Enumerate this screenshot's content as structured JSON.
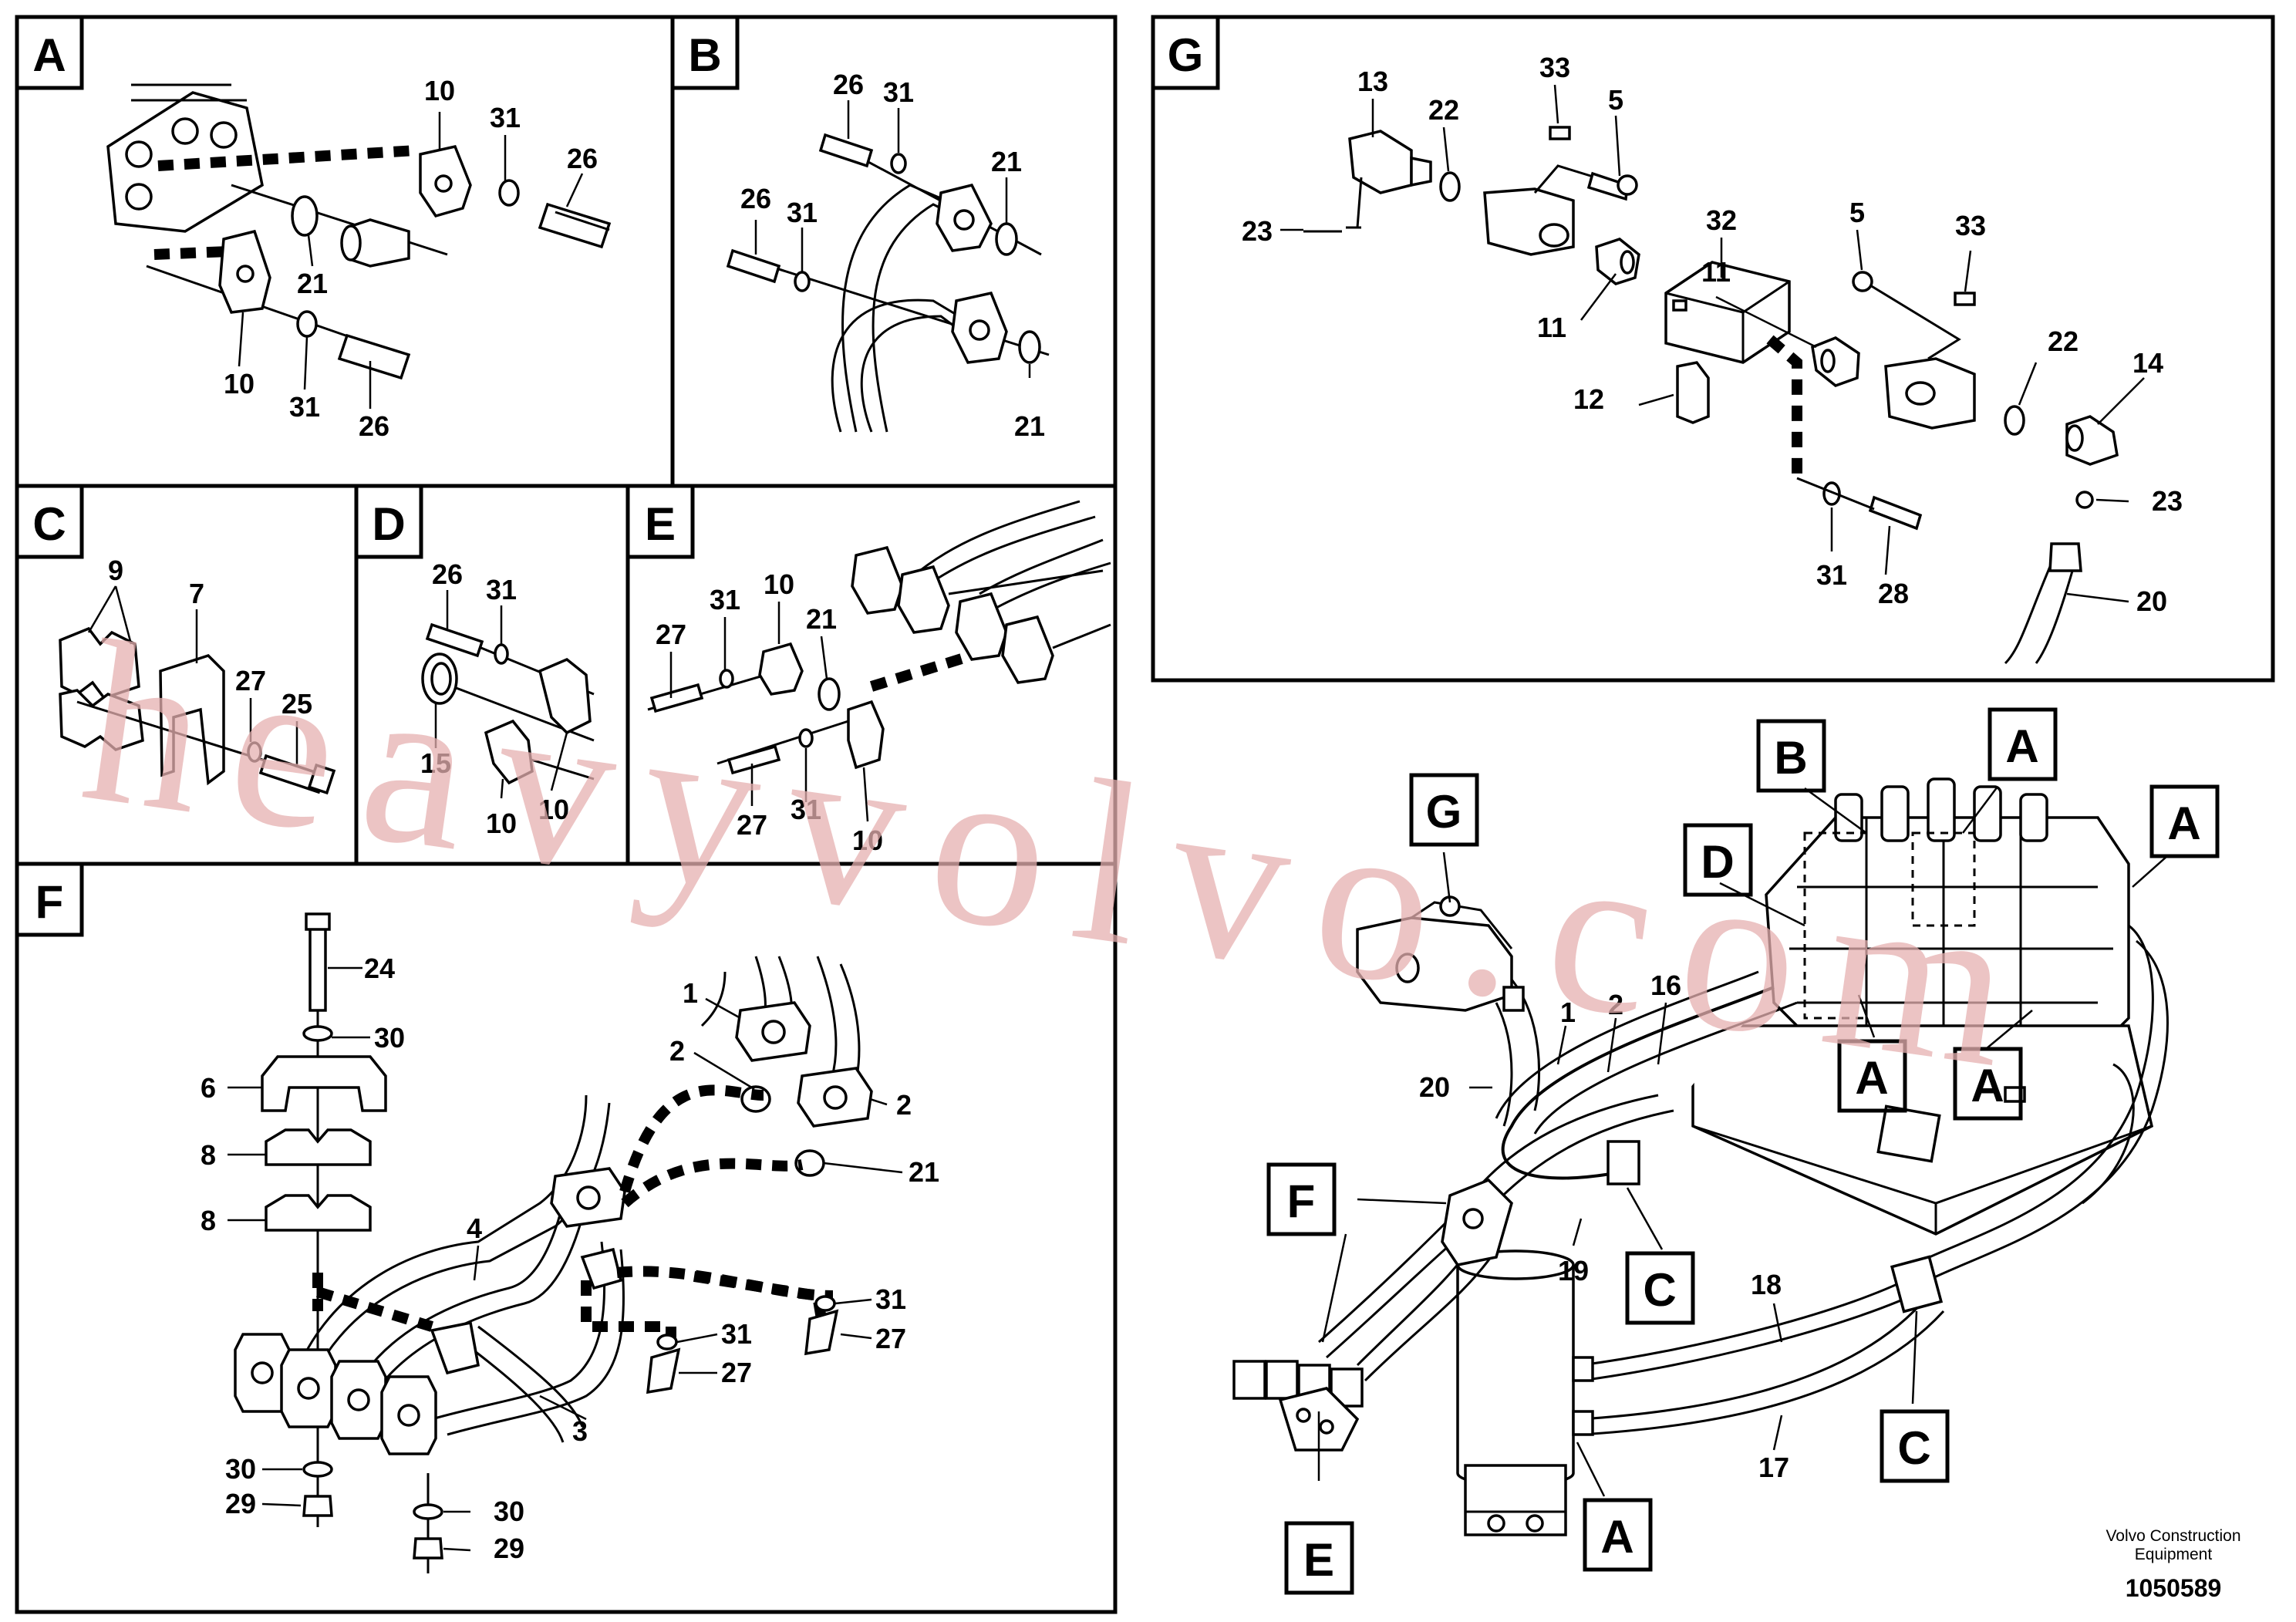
{
  "panels": {
    "A": {
      "label": "A",
      "numbers": [
        "10",
        "31",
        "26",
        "21",
        "10",
        "31",
        "26"
      ]
    },
    "B": {
      "label": "B",
      "numbers": [
        "26",
        "31",
        "21",
        "26",
        "31",
        "21"
      ]
    },
    "C": {
      "label": "C",
      "numbers": [
        "9",
        "7",
        "27",
        "25"
      ]
    },
    "D": {
      "label": "D",
      "numbers": [
        "26",
        "31",
        "15",
        "10",
        "10"
      ]
    },
    "E": {
      "label": "E",
      "numbers": [
        "27",
        "31",
        "10",
        "21",
        "27",
        "31",
        "10"
      ]
    },
    "F": {
      "label": "F",
      "numbers": [
        "24",
        "30",
        "6",
        "8",
        "8",
        "1",
        "2",
        "2",
        "21",
        "4",
        "3",
        "31",
        "27",
        "31",
        "27",
        "30",
        "29",
        "30",
        "29"
      ]
    },
    "G": {
      "label": "G",
      "numbers": [
        "13",
        "22",
        "33",
        "5",
        "23",
        "32",
        "11",
        "11",
        "12",
        "5",
        "33",
        "22",
        "14",
        "23",
        "20",
        "31",
        "28"
      ]
    }
  },
  "overview": {
    "callouts": [
      "G",
      "B",
      "A",
      "D",
      "A",
      "A",
      "A",
      "F",
      "C",
      "C",
      "E",
      "A"
    ],
    "numbers": [
      "1",
      "2",
      "16",
      "20",
      "19",
      "18",
      "17"
    ]
  },
  "footer": {
    "company_line1": "Volvo Construction",
    "company_line2": "Equipment",
    "drawing_number": "1050589"
  },
  "watermark": {
    "text": "heavyvolvo.com",
    "color": "#e5b0b0"
  }
}
